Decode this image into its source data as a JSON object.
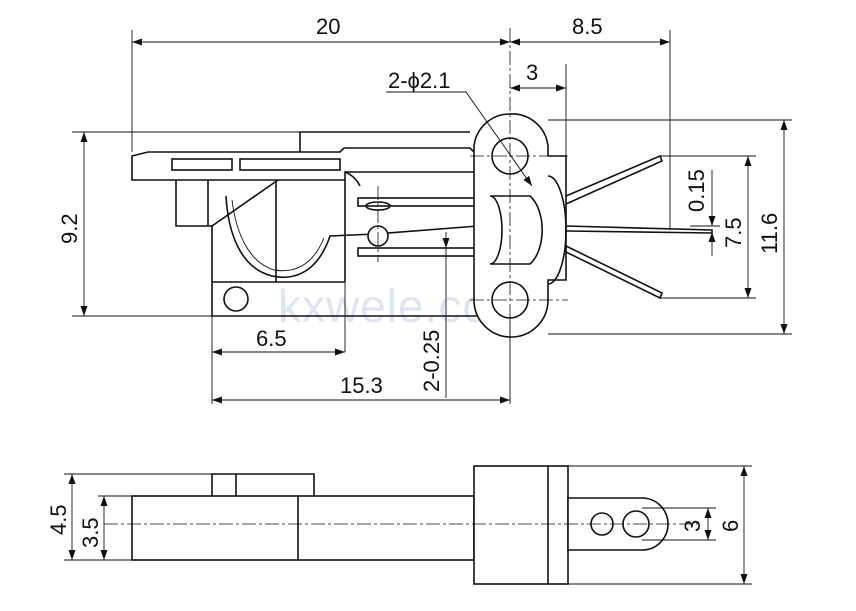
{
  "watermark": "kxwele.com",
  "dimensions": {
    "overall_length": "20",
    "right_offset": "8.5",
    "hole_spacing_x": "3",
    "holes": "2-ϕ2.1",
    "overall_height_left": "9.2",
    "terminal_offset": "0.15",
    "terminal_pitch": "7.5",
    "overall_height_right": "11.6",
    "lower_length": "6.5",
    "thickness": "2-0.25",
    "mid_length": "15.3",
    "side_height_outer": "4.5",
    "side_height_inner": "3.5",
    "side_hole": "3",
    "side_height_right": "6"
  },
  "colors": {
    "line": "#111111",
    "watermark": "#d2dcf0"
  }
}
